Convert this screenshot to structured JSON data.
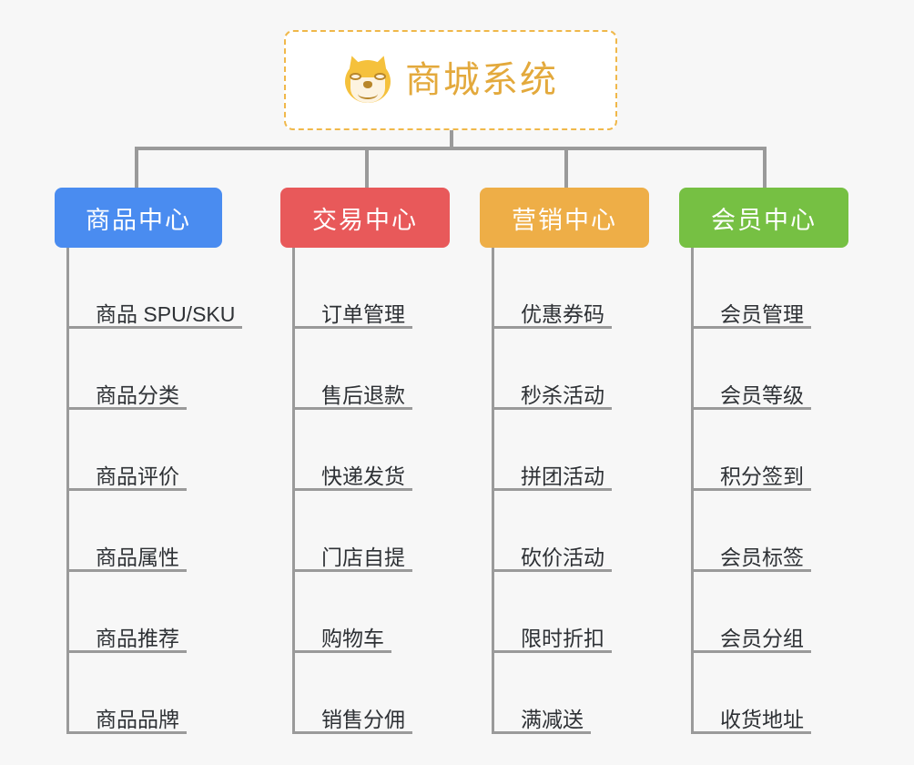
{
  "page": {
    "background_color": "#f7f7f7",
    "connector_color": "#9a9a9a",
    "leaf_text_color": "#2e3135"
  },
  "root": {
    "title": "商城系统",
    "icon": "dog-face-emoji",
    "text_color": "#e3a93c",
    "border_color": "#f0b84a",
    "background_color": "#ffffff"
  },
  "categories": [
    {
      "label": "商品中心",
      "color": "#4a8cf0",
      "items": [
        "商品 SPU/SKU",
        "商品分类",
        "商品评价",
        "商品属性",
        "商品推荐",
        "商品品牌"
      ]
    },
    {
      "label": "交易中心",
      "color": "#e8595a",
      "items": [
        "订单管理",
        "售后退款",
        "快递发货",
        "门店自提",
        "购物车",
        "销售分佣"
      ]
    },
    {
      "label": "营销中心",
      "color": "#eeae47",
      "items": [
        "优惠券码",
        "秒杀活动",
        "拼团活动",
        "砍价活动",
        "限时折扣",
        "满减送"
      ]
    },
    {
      "label": "会员中心",
      "color": "#76c043",
      "items": [
        "会员管理",
        "会员等级",
        "积分签到",
        "会员标签",
        "会员分组",
        "收货地址"
      ]
    }
  ]
}
